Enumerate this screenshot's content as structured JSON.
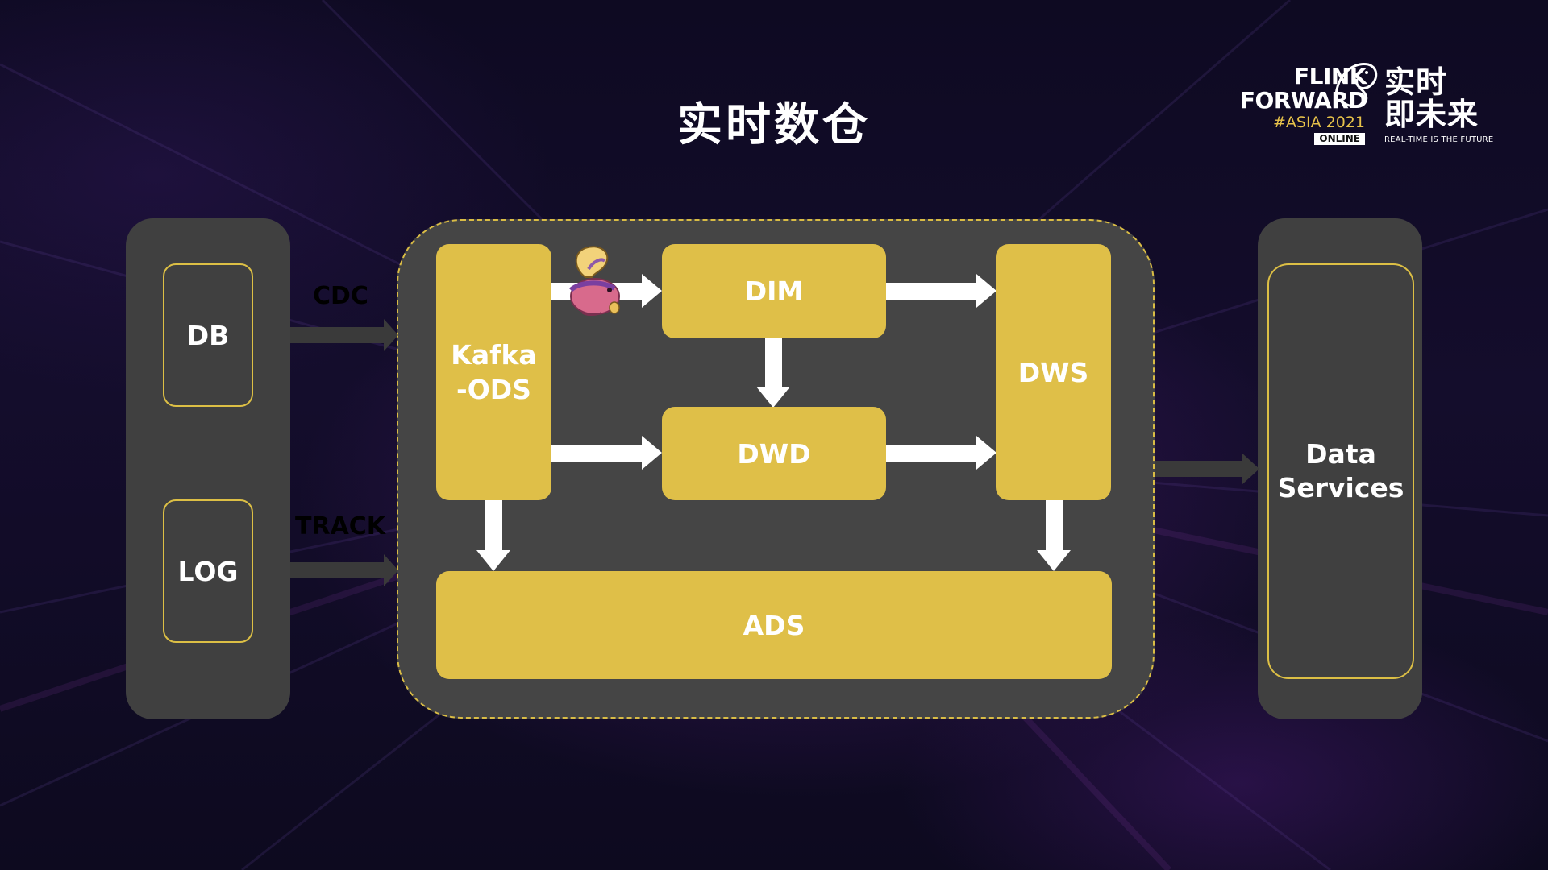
{
  "title": "实时数仓",
  "logo": {
    "line1": "FLINK",
    "line2": "FORWARD",
    "event": "#ASIA 2021",
    "badge": "ONLINE",
    "cn_line1": "实时",
    "cn_line2": "即未来",
    "tagline": "REAL-TIME IS THE FUTURE"
  },
  "sources": {
    "db": "DB",
    "log": "LOG"
  },
  "edges": {
    "cdc": "CDC",
    "track": "TRACK"
  },
  "warehouse": {
    "kafka_line1": "Kafka",
    "kafka_line2": "-ODS",
    "dim": "DIM",
    "dwd": "DWD",
    "dws": "DWS",
    "ads": "ADS"
  },
  "services": {
    "line1": "Data",
    "line2": "Services"
  },
  "colors": {
    "layer_fill": "#dfbf48",
    "panel_fill": "#404040",
    "outline": "#dcbf45",
    "arrow": "#ffffff",
    "connector": "#3a3a3a"
  },
  "icons": [
    "flink-squirrel-icon"
  ]
}
